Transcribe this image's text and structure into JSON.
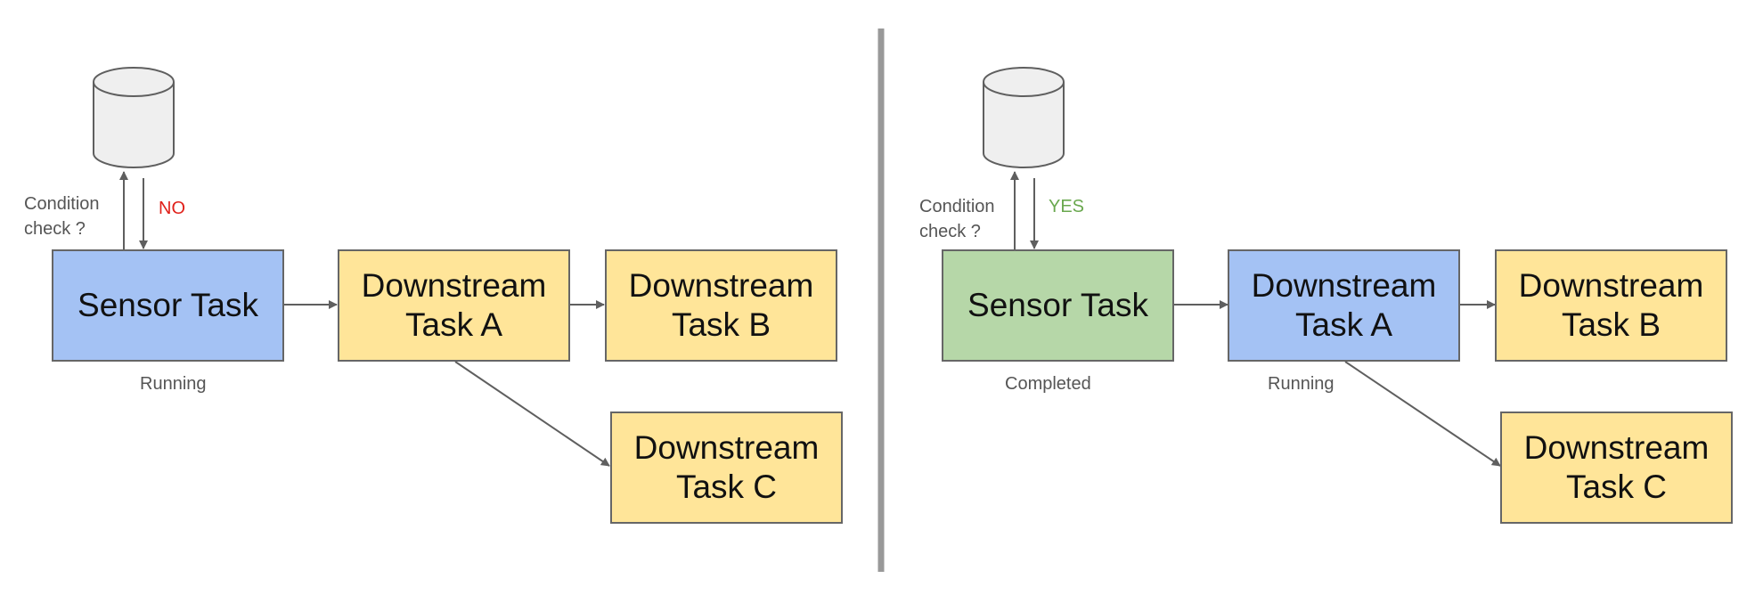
{
  "colors": {
    "running": "#a4c2f4",
    "pending": "#ffe599",
    "completed": "#b6d7a8",
    "no": "#e0201a",
    "yes": "#6aa84f",
    "line": "#5f5f5f",
    "divider": "#999999",
    "database_fill": "#efefef"
  },
  "left": {
    "database": {
      "icon": "database-icon"
    },
    "condition_label": "Condition\ncheck ?",
    "answer": "NO",
    "sensor_task": {
      "label": "Sensor Task",
      "state": "running"
    },
    "sensor_status": "Running",
    "task_a": {
      "label": "Downstream\nTask A",
      "state": "pending"
    },
    "task_b": {
      "label": "Downstream\nTask B",
      "state": "pending"
    },
    "task_c": {
      "label": "Downstream\nTask C",
      "state": "pending"
    }
  },
  "right": {
    "database": {
      "icon": "database-icon"
    },
    "condition_label": "Condition\ncheck ?",
    "answer": "YES",
    "sensor_task": {
      "label": "Sensor Task",
      "state": "completed"
    },
    "sensor_status": "Completed",
    "task_a": {
      "label": "Downstream\nTask A",
      "state": "running"
    },
    "task_a_status": "Running",
    "task_b": {
      "label": "Downstream\nTask B",
      "state": "pending"
    },
    "task_c": {
      "label": "Downstream\nTask C",
      "state": "pending"
    }
  }
}
